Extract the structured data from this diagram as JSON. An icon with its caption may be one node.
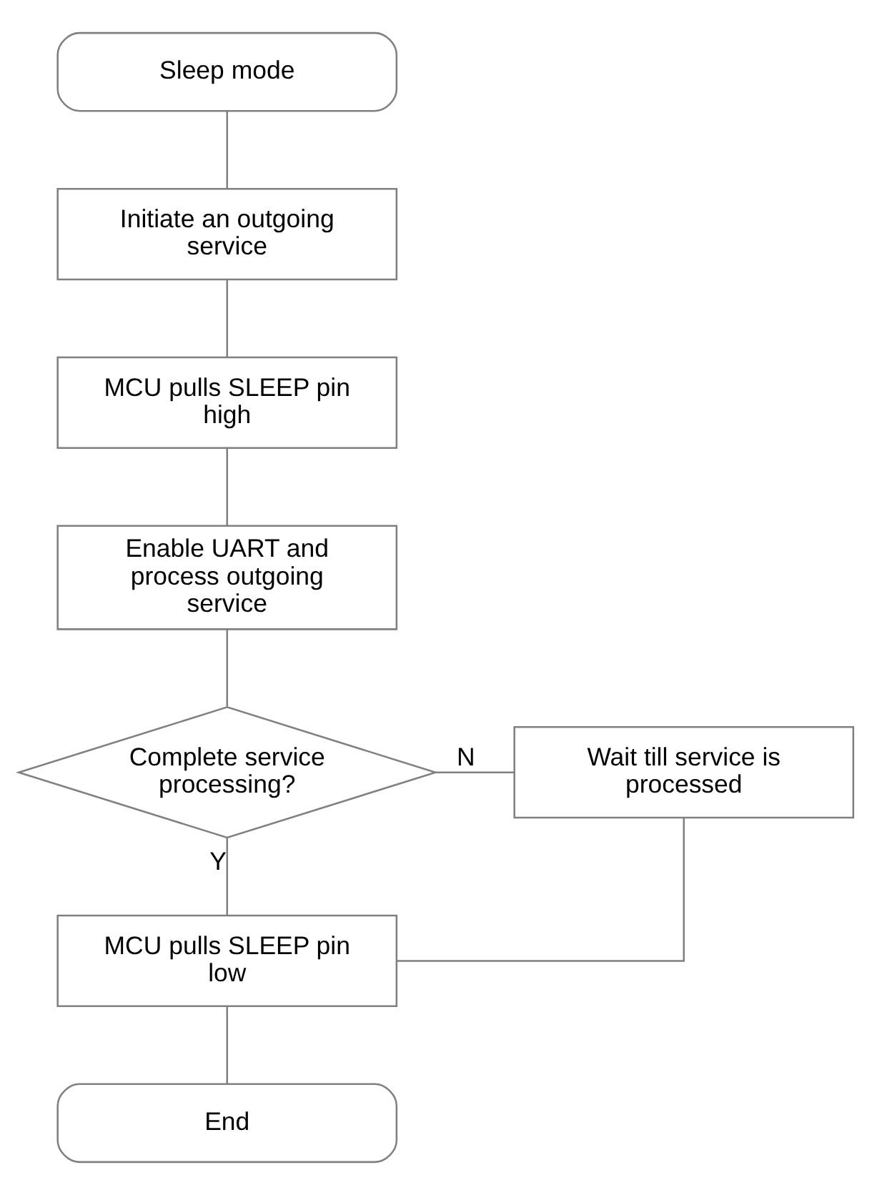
{
  "diagram": {
    "nodes": [
      {
        "text": [
          "Sleep mode"
        ]
      },
      {
        "text": [
          "Initiate an outgoing service"
        ]
      },
      {
        "text": [
          "MCU pulls SLEEP pin high"
        ]
      },
      {
        "text": [
          "Enable UART and process outgoing service"
        ]
      },
      {
        "text": [
          "Complete service processing?"
        ]
      },
      {
        "text": [
          "Wait till service is processed"
        ]
      },
      {
        "text": [
          "MCU pulls SLEEP pin low"
        ]
      },
      {
        "text": [
          "End"
        ]
      }
    ],
    "edges": [
      {
        "from": 0,
        "to": 1,
        "arrow": "none"
      },
      {
        "from": 1,
        "to": 2,
        "arrow": "none"
      },
      {
        "from": 2,
        "to": 3,
        "arrow": "none"
      },
      {
        "from": 3,
        "to": 4,
        "arrow": "none"
      },
      {
        "from": 4,
        "to": 5,
        "arrow": "none",
        "label": "N"
      },
      {
        "from": 4,
        "to": 6,
        "arrow": "none",
        "label": "Y"
      },
      {
        "from": 5,
        "to": 6,
        "arrow": "none"
      },
      {
        "from": 6,
        "to": 7,
        "arrow": "none"
      }
    ]
  }
}
